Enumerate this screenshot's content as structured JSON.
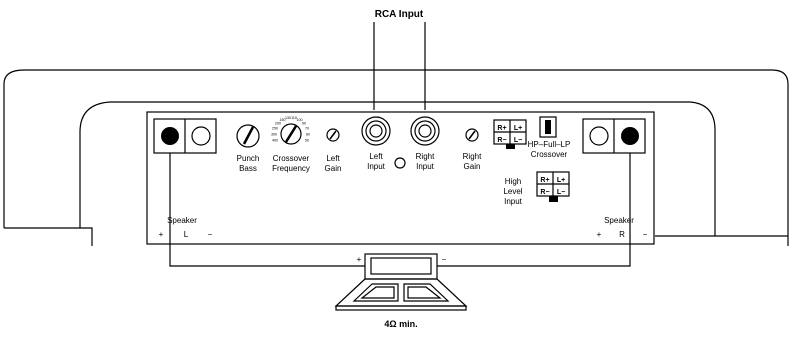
{
  "title": "RCA Input",
  "impedance": "4Ω min.",
  "labels": {
    "speaker_left": "Speaker",
    "left_channel": "L",
    "speaker_right": "Speaker",
    "right_channel": "R",
    "plus": "+",
    "minus": "−",
    "punch_bass_1": "Punch",
    "punch_bass_2": "Bass",
    "crossover_freq_1": "Crossover",
    "crossover_freq_2": "Frequency",
    "left_gain_1": "Left",
    "left_gain_2": "Gain",
    "left_input_1": "Left",
    "left_input_2": "Input",
    "right_input_1": "Right",
    "right_input_2": "Input",
    "right_gain_1": "Right",
    "right_gain_2": "Gain",
    "high_level_1": "High",
    "high_level_2": "Level",
    "high_level_3": "Input",
    "hp_full_lp": "HP–Full–LP",
    "crossover": "Crossover",
    "r_plus": "R+",
    "l_plus": "L+",
    "r_minus": "R−",
    "l_minus": "L−"
  },
  "dial_ticks": [
    "50",
    "60",
    "70",
    "90",
    "100",
    "110",
    "130",
    "150",
    "200",
    "250",
    "300",
    "400"
  ]
}
